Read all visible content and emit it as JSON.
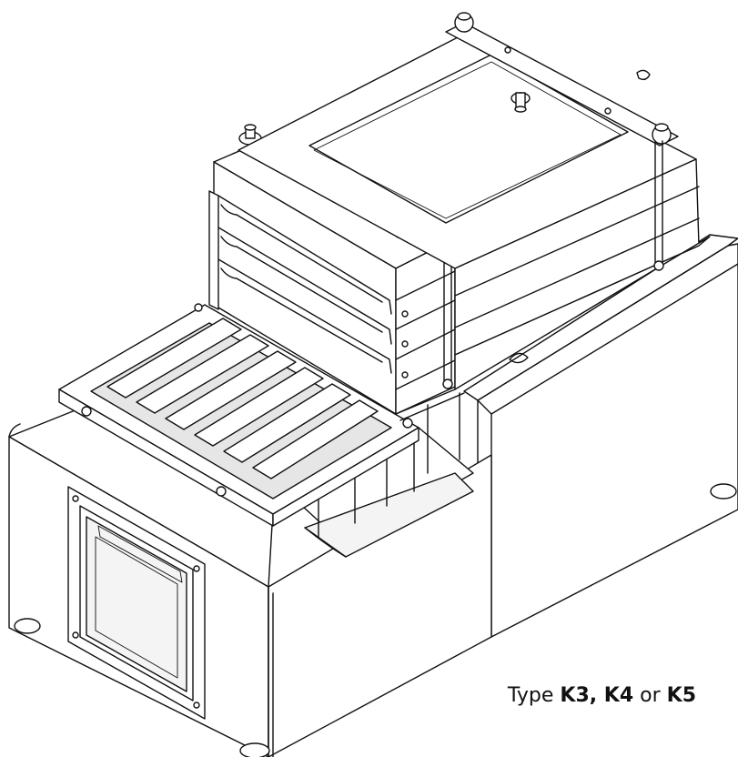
{
  "caption": {
    "prefix": "Type ",
    "model_a": "K3, K4",
    "joiner": " or ",
    "model_b": "K5"
  },
  "colors": {
    "line": "#111111",
    "background": "#ffffff"
  }
}
